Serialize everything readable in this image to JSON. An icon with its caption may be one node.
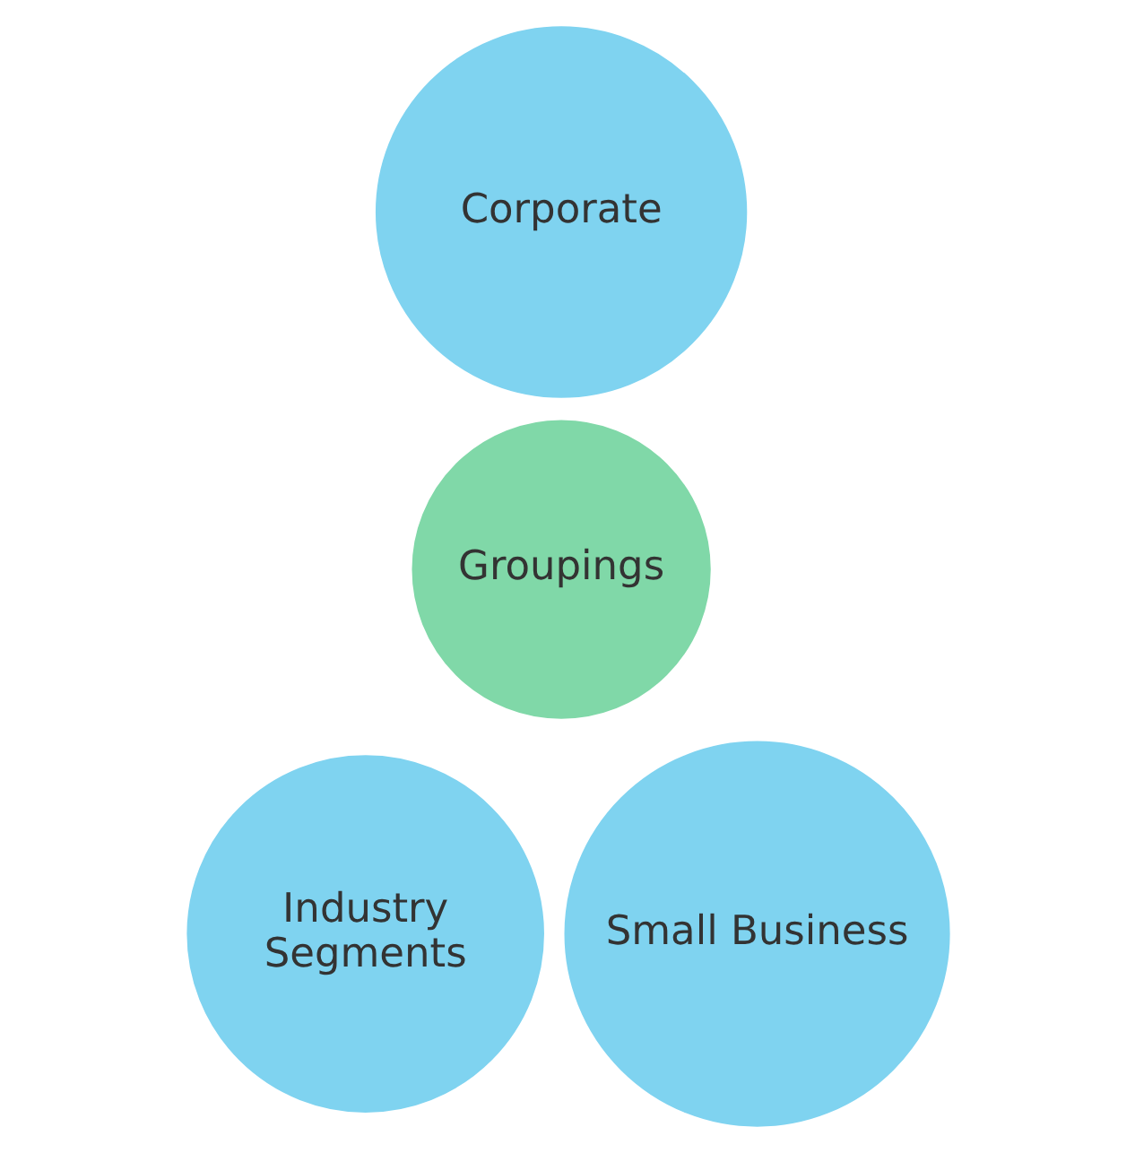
{
  "diagram": {
    "nodes": [
      {
        "text": [
          "Corporate"
        ]
      },
      {
        "text": [
          "Groupings"
        ]
      },
      {
        "text": [
          "Industry Segments"
        ]
      },
      {
        "text": [
          "Small Business"
        ]
      }
    ]
  }
}
